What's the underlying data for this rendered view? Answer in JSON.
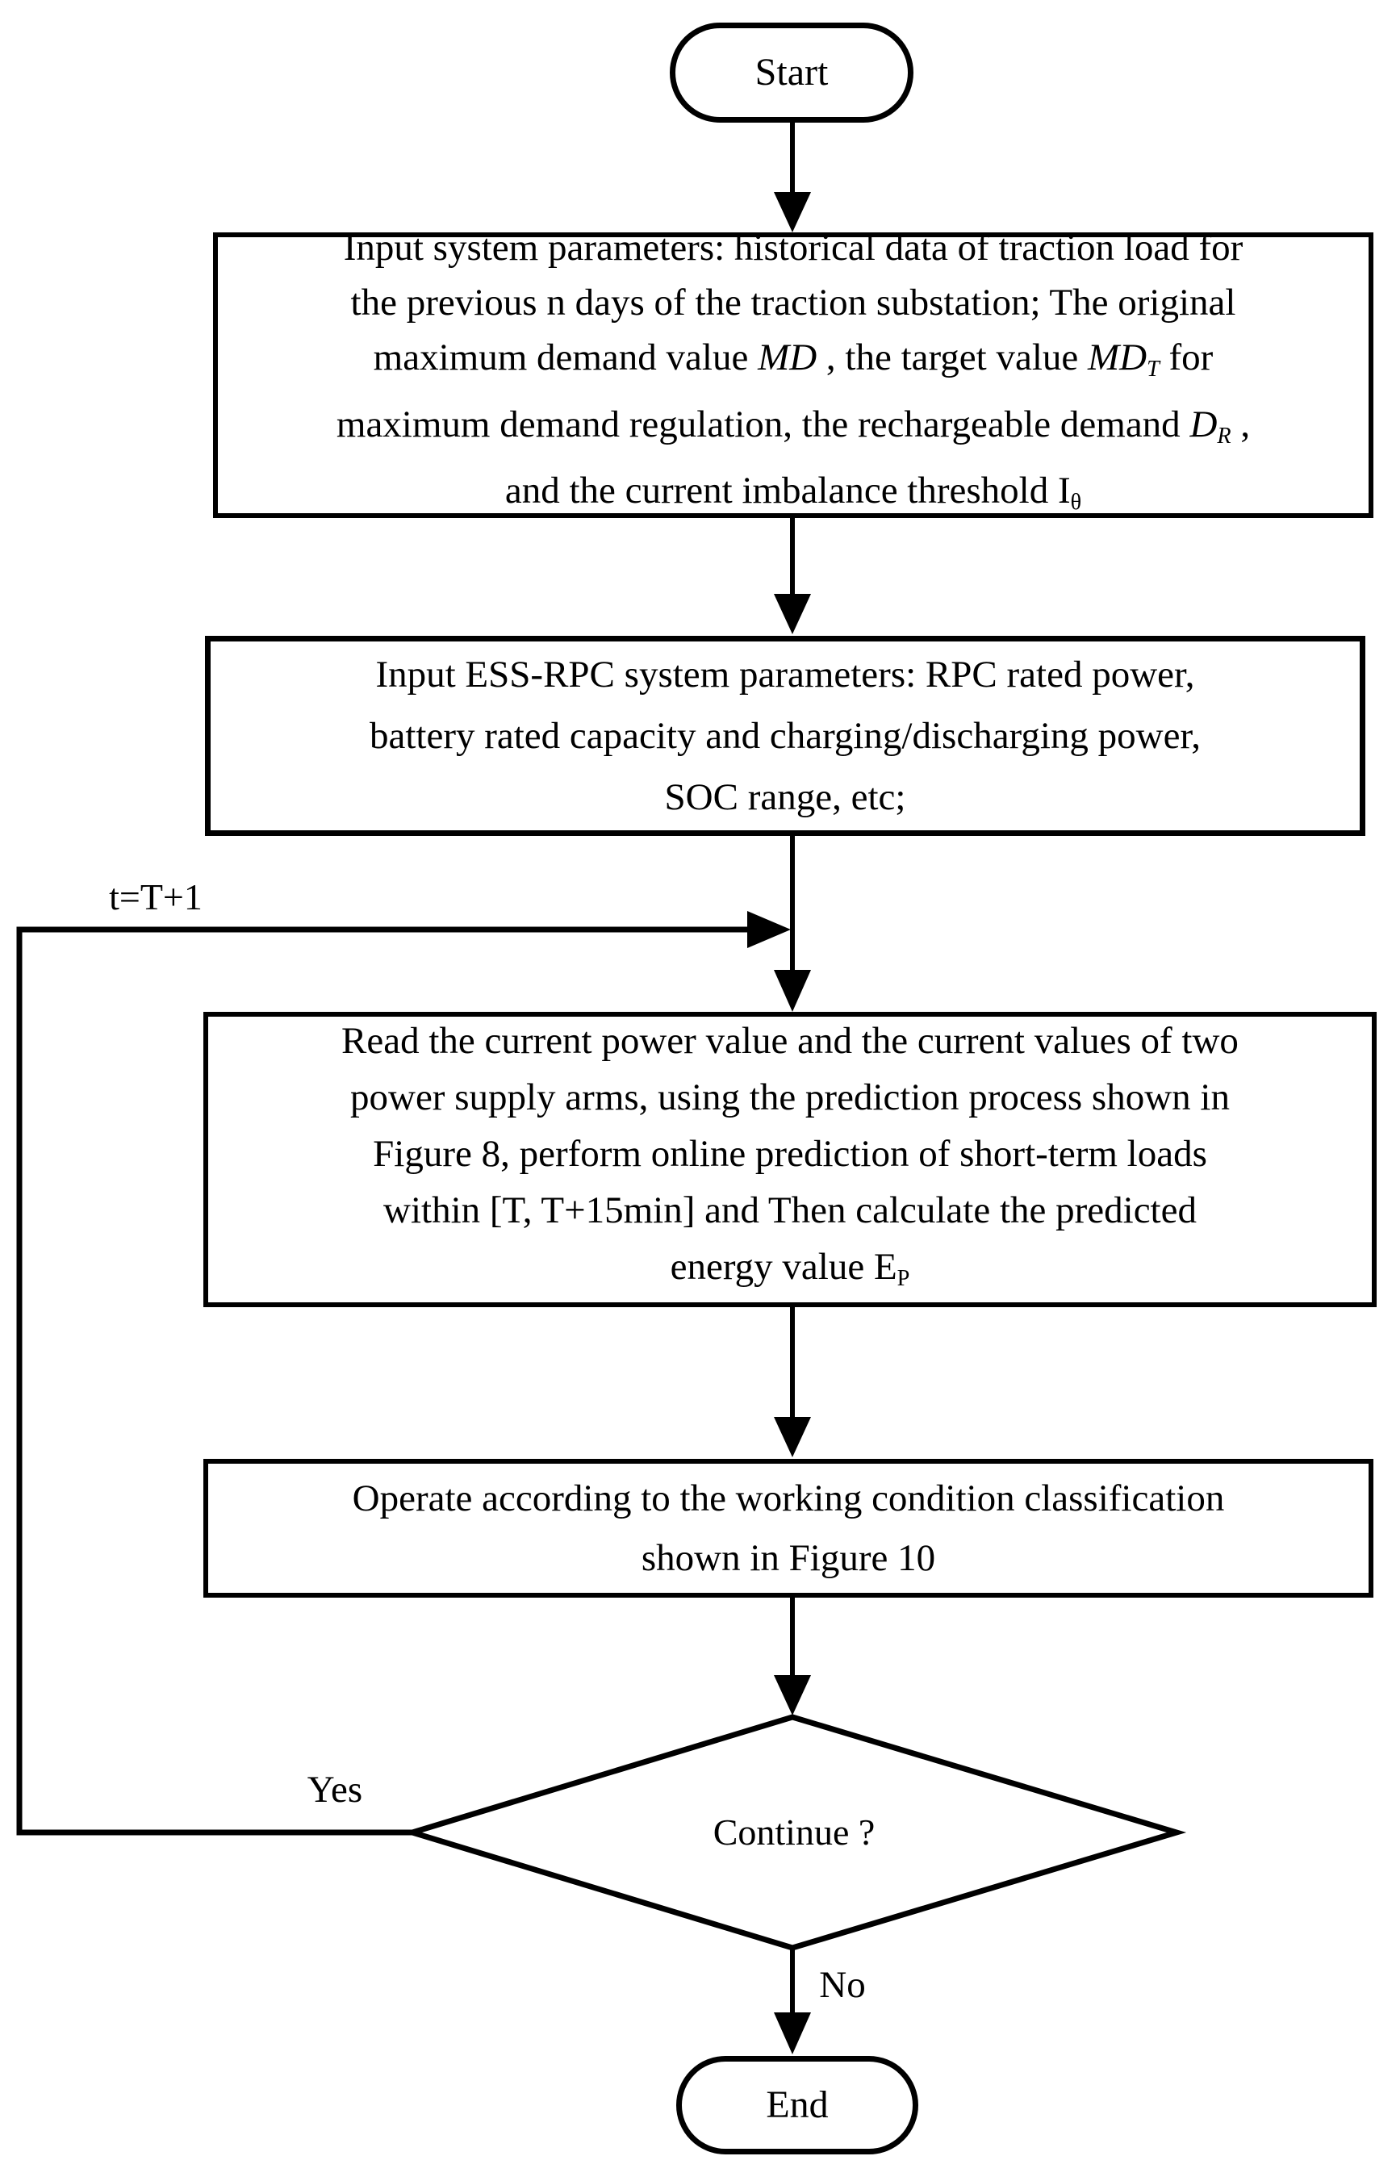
{
  "figure": {
    "type": "flowchart",
    "colors": {
      "background": "#ffffff",
      "line": "#000000",
      "text": "#000000"
    },
    "terminators": {
      "start": "Start",
      "end": "End"
    },
    "edge_labels": {
      "loop": "t=T+1",
      "yes": "Yes",
      "no": "No"
    },
    "decision": {
      "label": "Continue ?"
    },
    "processes": {
      "box1": {
        "lines": [
          [
            {
              "t": "Input system parameters: historical data of traction load for"
            }
          ],
          [
            {
              "t": "the previous n days of the traction substation; The original"
            }
          ],
          [
            {
              "t": "maximum demand value "
            },
            {
              "t": "MD",
              "i": true
            },
            {
              "t": " , the target value "
            },
            {
              "t": "MD",
              "i": true
            },
            {
              "t": "T",
              "i": true,
              "sub": true
            },
            {
              "t": "  for"
            }
          ],
          [
            {
              "t": "maximum demand regulation, the rechargeable demand "
            },
            {
              "t": "D",
              "i": true
            },
            {
              "t": "R",
              "i": true,
              "sub": true
            },
            {
              "t": " ,"
            }
          ],
          [
            {
              "t": "and the current imbalance threshold I"
            },
            {
              "t": "θ",
              "sub": true
            }
          ]
        ]
      },
      "box2": {
        "lines": [
          [
            {
              "t": "Input ESS-RPC system parameters: RPC rated power,"
            }
          ],
          [
            {
              "t": "battery rated capacity and charging/discharging power,"
            }
          ],
          [
            {
              "t": "SOC range, etc;"
            }
          ]
        ]
      },
      "box3": {
        "lines": [
          [
            {
              "t": "Read the current power value and the current values of two"
            }
          ],
          [
            {
              "t": "power supply arms, using the prediction process shown in"
            }
          ],
          [
            {
              "t": "Figure 8, perform online prediction of short-term loads"
            }
          ],
          [
            {
              "t": "within [T, T+15min] and Then calculate the predicted"
            }
          ],
          [
            {
              "t": "energy value E"
            },
            {
              "t": "P",
              "sub": true
            }
          ]
        ]
      },
      "box4": {
        "lines": [
          [
            {
              "t": "Operate according to the working condition classification"
            }
          ],
          [
            {
              "t": "shown in Figure 10"
            }
          ]
        ]
      }
    }
  }
}
